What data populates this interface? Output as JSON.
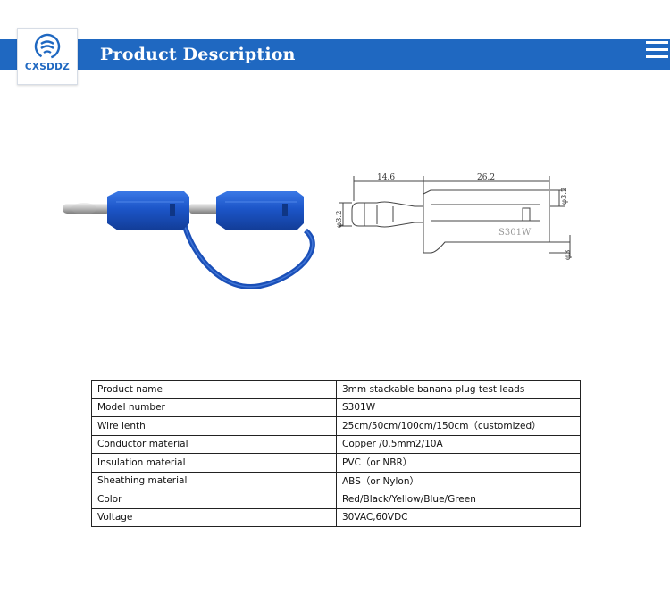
{
  "header": {
    "title": "Product Description",
    "logo_text": "CXSDDZ",
    "brand_color": "#1f68c1"
  },
  "drawing": {
    "dim_length_1": "14.6",
    "dim_length_2": "26.2",
    "dim_tip_dia": "φ3.2",
    "dim_body_dia": "φ3.2",
    "dim_wire_dia": "φ3",
    "body_mark": "S301W"
  },
  "specs": [
    {
      "label": "Product name",
      "value": "3mm stackable banana plug test leads"
    },
    {
      "label": "Model number",
      "value": "S301W"
    },
    {
      "label": "Wire lenth",
      "value": "25cm/50cm/100cm/150cm（customized）"
    },
    {
      "label": "Conductor material",
      "value": "Copper /0.5mm2/10A"
    },
    {
      "label": "Insulation material",
      "value": "PVC（or NBR）"
    },
    {
      "label": "Sheathing material",
      "value": "ABS（or Nylon）"
    },
    {
      "label": "Color",
      "value": "Red/Black/Yellow/Blue/Green"
    },
    {
      "label": "Voltage",
      "value": "30VAC,60VDC"
    }
  ],
  "product_color": "#1c55c8"
}
